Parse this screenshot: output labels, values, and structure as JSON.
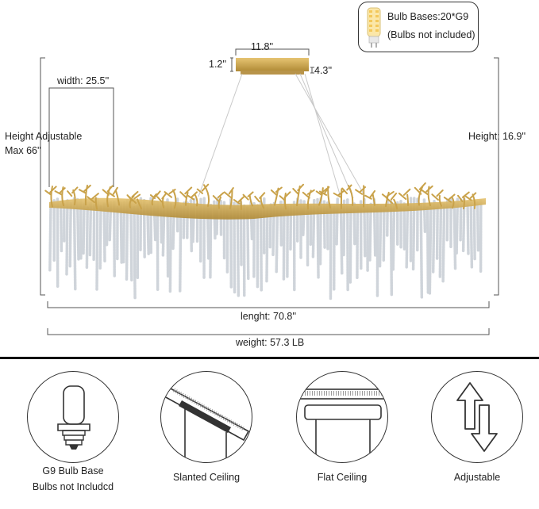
{
  "bulb_info": {
    "line1": "Bulb Bases:20*G9",
    "line2": "(Bulbs not included)",
    "icon": "g9-bulb-icon"
  },
  "dimensions": {
    "canopy_width": "11.8''",
    "canopy_height": "1.2''",
    "canopy_depth": "4.3''",
    "width": "width: 25.5''",
    "height_adjustable_line1": "Height Adjustable",
    "height_adjustable_line2": "Max 66''",
    "height": "Height: 16.9''",
    "length": "lenght: 70.8''",
    "weight": "weight: 57.3 LB"
  },
  "features": [
    {
      "caption_line1": "G9 Bulb Base",
      "caption_line2": "Bulbs not Includcd",
      "icon": "g9-bulb-icon"
    },
    {
      "caption_line1": "Slanted Ceiling",
      "caption_line2": "",
      "icon": "slanted-ceiling-icon"
    },
    {
      "caption_line1": "Flat Ceiling",
      "caption_line2": "",
      "icon": "flat-ceiling-icon"
    },
    {
      "caption_line1": "Adjustable",
      "caption_line2": "",
      "icon": "adjustable-arrows-icon"
    }
  ],
  "colors": {
    "gold": "#c9a24a",
    "crystal": "#d9dde2",
    "line": "#555555"
  }
}
